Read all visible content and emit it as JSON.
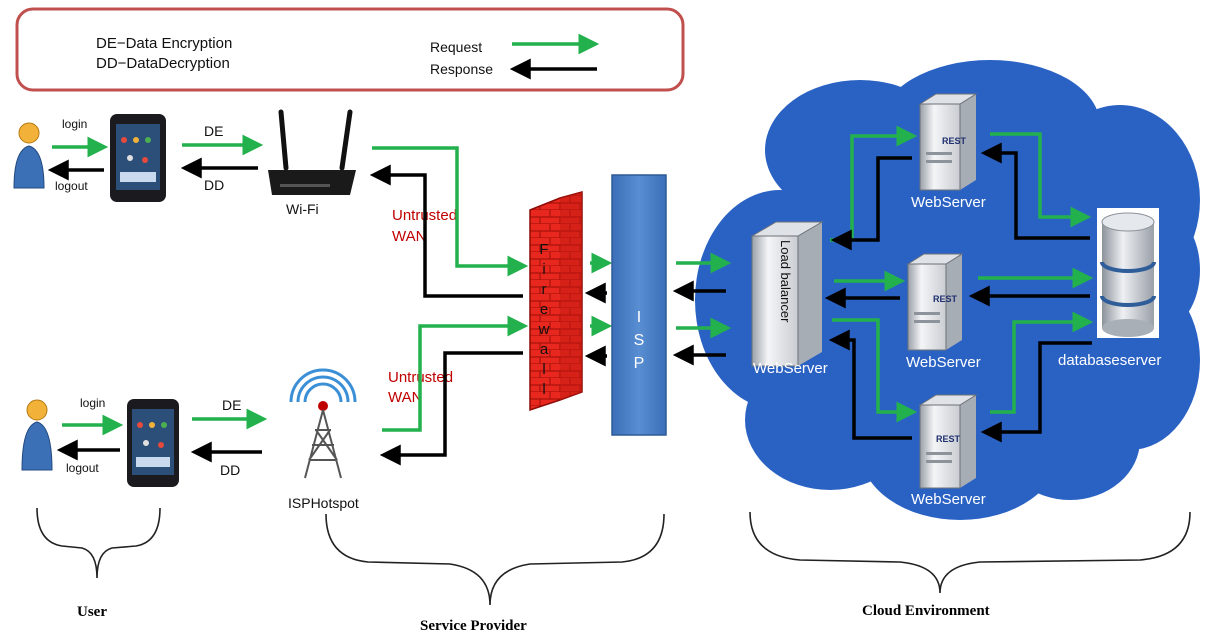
{
  "legend": {
    "line1": "DE−Data Encryption",
    "line2": "DD−DataDecryption",
    "request": "Request",
    "response": "Response"
  },
  "top_user": {
    "login": "login",
    "logout": "logout",
    "de": "DE",
    "dd": "DD",
    "wifi": "Wi-Fi"
  },
  "bottom_user": {
    "login": "login",
    "logout": "logout",
    "de": "DE",
    "dd": "DD",
    "hotspot": "ISPHotspot"
  },
  "wan": {
    "top_line1": "Untrusted",
    "top_line2": "WAN",
    "bottom_line1": "Untrusted",
    "bottom_line2": "WAN"
  },
  "firewall": {
    "letters": [
      "F",
      "i",
      "r",
      "e",
      "w",
      "a",
      "l",
      "l"
    ]
  },
  "isp": {
    "letters": [
      "I",
      "S",
      "P"
    ]
  },
  "cloud": {
    "load_balancer": "Load balancer",
    "lb_webserver": "WebServer",
    "rest": "REST",
    "webserver_top": "WebServer",
    "webserver_mid": "WebServer",
    "webserver_bottom": "WebServer",
    "database": "databaseserver"
  },
  "groups": {
    "user": "User",
    "service_provider": "Service Provider",
    "cloud": "Cloud Environment"
  },
  "colors": {
    "request": "#22b14c",
    "response": "#000000",
    "cloud": "#2a62c4",
    "firewall": "#e8281e",
    "isp": "#4a7fc6",
    "legend_border": "#c0504d"
  }
}
